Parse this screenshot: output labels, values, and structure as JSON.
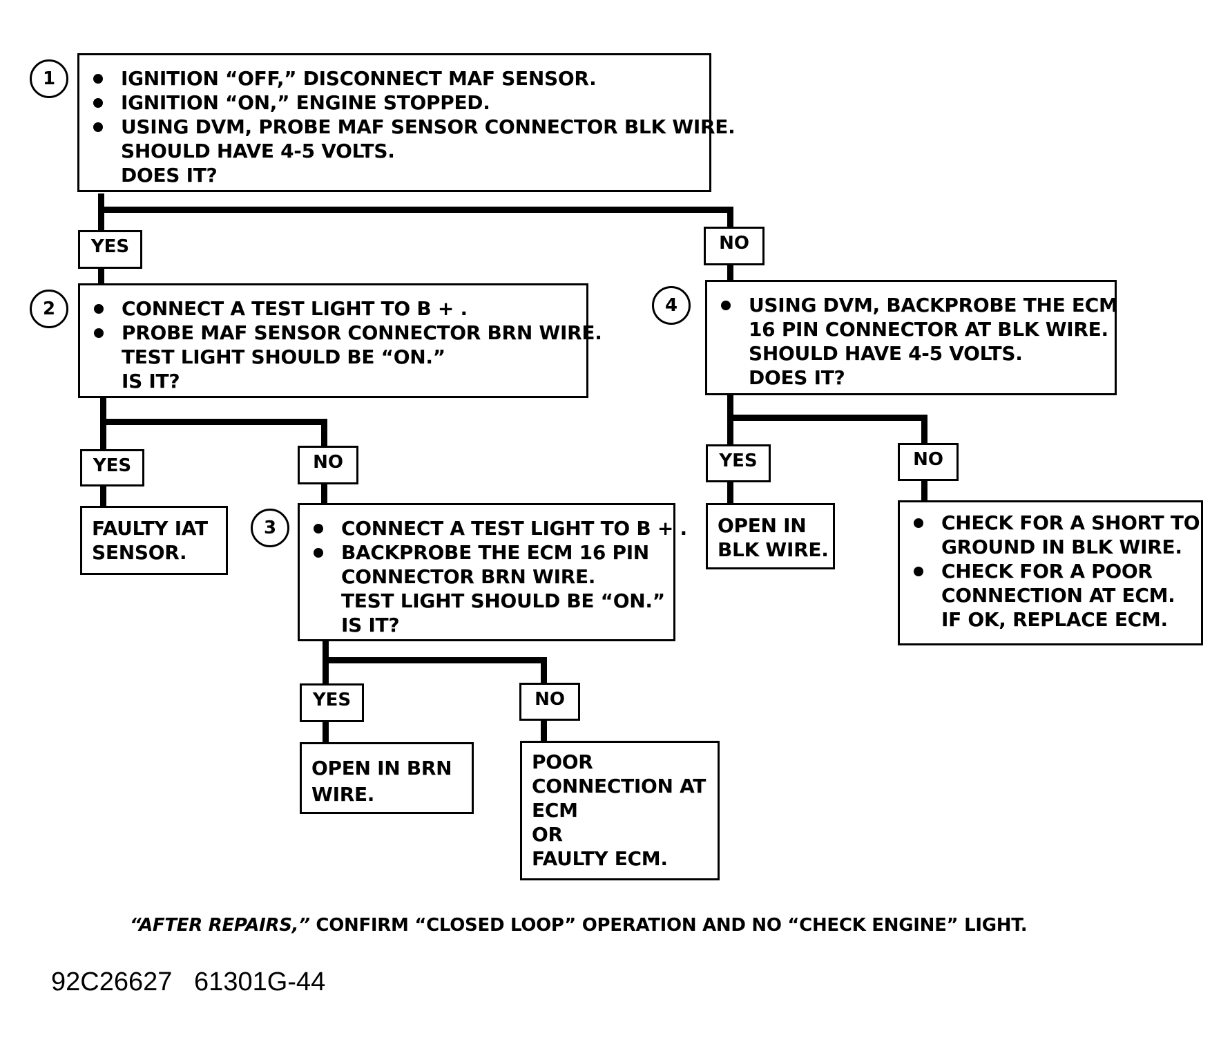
{
  "step1": {
    "number": "1",
    "bullets": [
      "IGNITION “OFF,” DISCONNECT MAF SENSOR.",
      "IGNITION “ON,” ENGINE STOPPED.",
      "USING DVM, PROBE MAF SENSOR CONNECTOR BLK WIRE."
    ],
    "lines": [
      "SHOULD HAVE 4-5 VOLTS.",
      "DOES IT?"
    ],
    "yes_label": "YES",
    "no_label": "NO"
  },
  "step2": {
    "number": "2",
    "bullets": [
      "CONNECT A TEST LIGHT TO B + .",
      "PROBE MAF SENSOR CONNECTOR BRN WIRE."
    ],
    "lines": [
      "TEST LIGHT SHOULD BE “ON.”",
      "IS IT?"
    ],
    "yes_label": "YES",
    "no_label": "NO",
    "yes_result": [
      "FAULTY IAT",
      "SENSOR."
    ]
  },
  "step3": {
    "number": "3",
    "bullets": [
      "CONNECT A TEST LIGHT TO B + .",
      "BACKPROBE THE ECM 16 PIN"
    ],
    "lines": [
      "CONNECTOR BRN WIRE.",
      "TEST LIGHT SHOULD BE “ON.”",
      "IS IT?"
    ],
    "yes_label": "YES",
    "no_label": "NO",
    "yes_result": [
      "OPEN IN BRN",
      "WIRE."
    ],
    "no_result": [
      "POOR",
      "CONNECTION AT",
      "ECM",
      "OR",
      "FAULTY ECM."
    ]
  },
  "step4": {
    "number": "4",
    "bullets": [
      "USING DVM, BACKPROBE THE  ECM"
    ],
    "lines": [
      "16 PIN CONNECTOR AT BLK WIRE.",
      "SHOULD HAVE 4-5 VOLTS.",
      "DOES IT?"
    ],
    "yes_label": "YES",
    "no_label": "NO",
    "yes_result": [
      "OPEN IN",
      "BLK WIRE."
    ],
    "no_result": {
      "bullet1": "CHECK FOR A SHORT TO",
      "bullet1_cont": "GROUND IN BLK WIRE.",
      "bullet2": "CHECK FOR A POOR",
      "bullet2_cont": "CONNECTION AT ECM.",
      "line": "IF OK, REPLACE ECM."
    }
  },
  "footnote": {
    "italic_part": "“AFTER REPAIRS,”",
    "rest": " CONFIRM “CLOSED LOOP” OPERATION AND NO “CHECK ENGINE” LIGHT."
  },
  "figure_id": "92C26627   61301G-44"
}
